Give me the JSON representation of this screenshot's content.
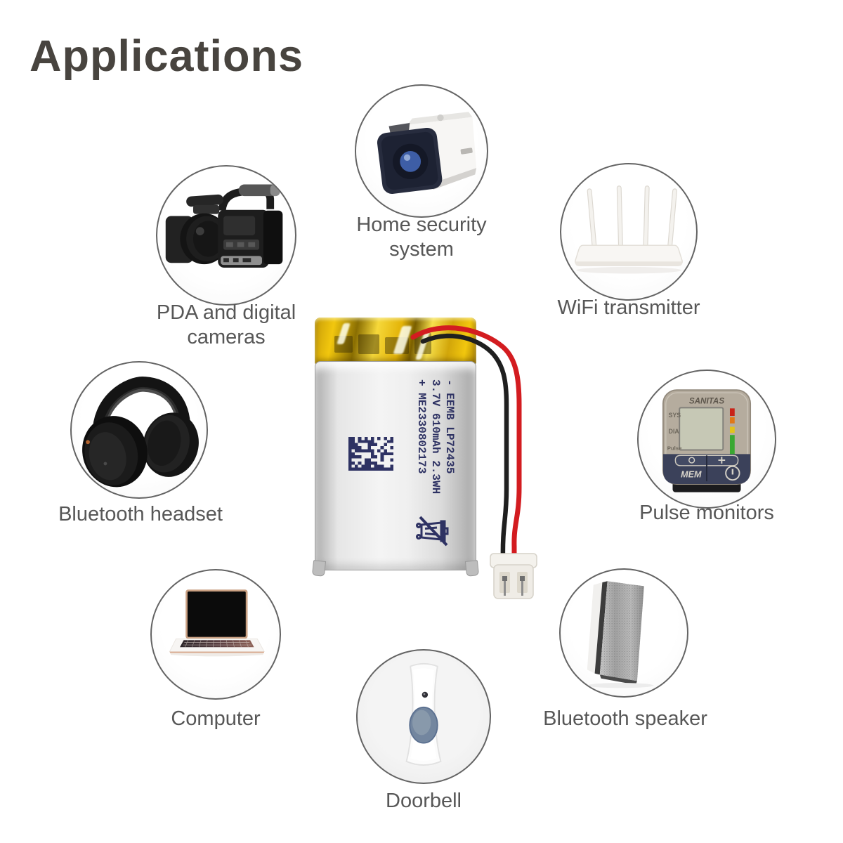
{
  "title": "Applications",
  "applications": [
    {
      "key": "home-security-system",
      "lines": [
        "Home security",
        "system"
      ]
    },
    {
      "key": "pda-and-digital-cameras",
      "lines": [
        "PDA and digital",
        "cameras"
      ]
    },
    {
      "key": "wifi-transmitter",
      "lines": [
        "WiFi transmitter"
      ]
    },
    {
      "key": "bluetooth-headset",
      "lines": [
        "Bluetooth headset"
      ]
    },
    {
      "key": "pulse-monitors",
      "lines": [
        "Pulse monitors"
      ]
    },
    {
      "key": "computer",
      "lines": [
        "Computer"
      ]
    },
    {
      "key": "bluetooth-speaker",
      "lines": [
        "Bluetooth speaker"
      ]
    },
    {
      "key": "doorbell",
      "lines": [
        "Doorbell"
      ]
    }
  ],
  "battery": {
    "print_lines": [
      "- EEMB LP72435",
      "3.7V 610mAh 2.3WH",
      "+ ME2330802173"
    ],
    "colors": {
      "tape_yellow": "#eebf10",
      "wire_red": "#d31c20",
      "wire_black": "#1f1f1f",
      "print_navy": "#2e3263",
      "body_silver": "#e6e6e6"
    }
  },
  "devices": {
    "pulse_monitor": {
      "brand": "SANITAS",
      "screen_labels": [
        "SYS",
        "DIA",
        "Pulse"
      ],
      "button_label": "MEM"
    }
  },
  "icons": {
    "security-camera-icon": "white bullet surveillance camera",
    "camcorder-icon": "professional digital video camera",
    "router-icon": "white wifi router with four antennas",
    "headphones-icon": "black over-ear bluetooth headset",
    "pulse-monitor-icon": "wrist blood pressure monitor",
    "laptop-icon": "open laptop computer",
    "speaker-icon": "tall metallic bluetooth speaker",
    "doorbell-icon": "white wireless doorbell button",
    "no-disposal-icon": "crossed-out trash bin marking",
    "barcode-icon": "data-matrix 2D barcode"
  },
  "text_colors": {
    "title": "#48443f",
    "caption": "#575757"
  }
}
